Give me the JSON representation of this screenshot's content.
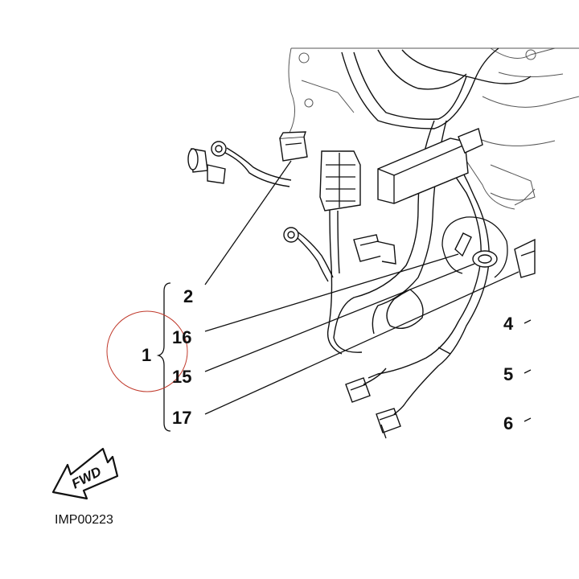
{
  "callouts": {
    "group_label": "1",
    "items": [
      "2",
      "16",
      "15",
      "17"
    ],
    "side_labels": [
      "4",
      "5",
      "6"
    ]
  },
  "fwd_label": "FWD",
  "image_code": "IMP00223",
  "colors": {
    "line": "#111111",
    "highlight_circle": "#c0392b",
    "background": "#ffffff"
  }
}
